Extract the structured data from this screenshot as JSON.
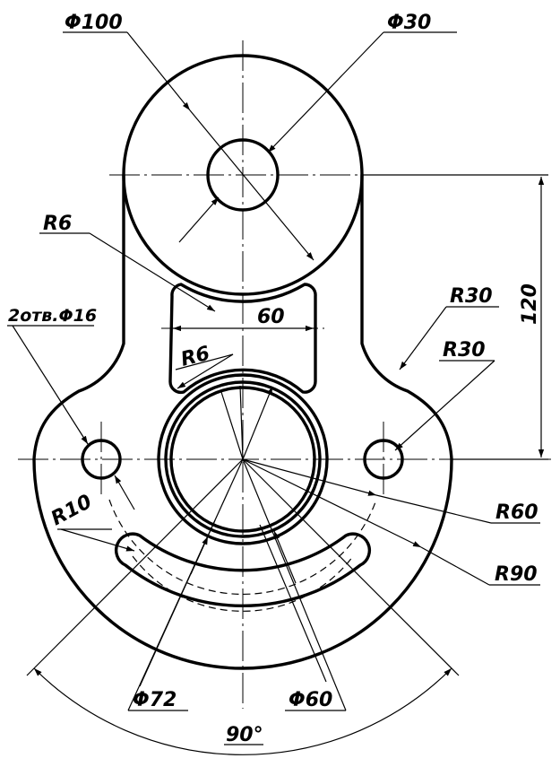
{
  "dimensions": {
    "d_outer": "Φ100",
    "d_bore": "Φ30",
    "r_slot_top": "R6",
    "width_60": "60",
    "r_slot_bottom": "R6",
    "holes": "2отв.Φ16",
    "r30_outer": "R30",
    "r30_hole": "R30",
    "height_120": "120",
    "r60": "R60",
    "r90": "R90",
    "r10": "R10",
    "d72": "Φ72",
    "d60": "Φ60",
    "angle_90": "90°"
  }
}
